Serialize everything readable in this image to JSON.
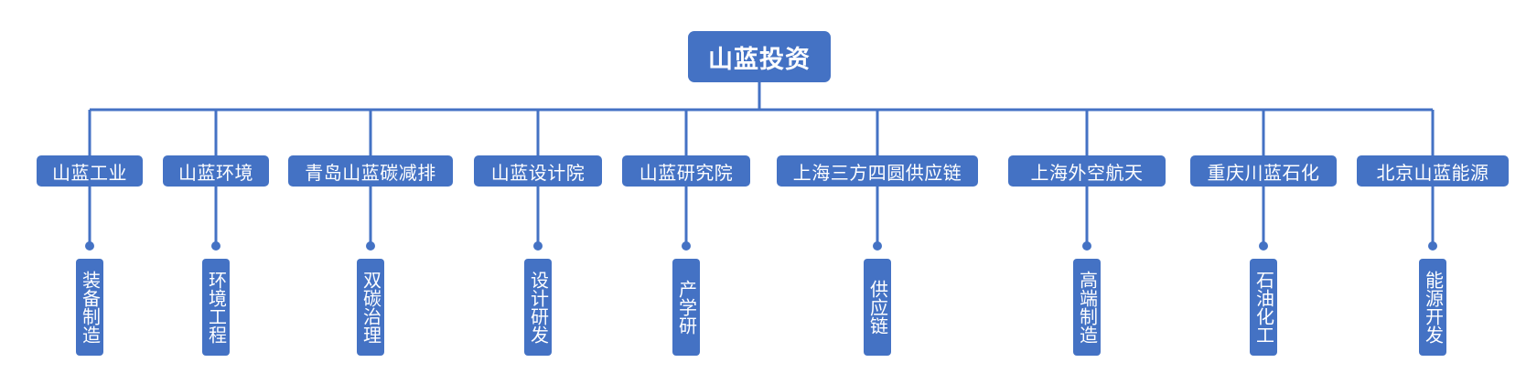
{
  "root": {
    "label": "山蓝投资"
  },
  "branches": [
    {
      "label": "山蓝工业",
      "leaf": "装备制造"
    },
    {
      "label": "山蓝环境",
      "leaf": "环境工程"
    },
    {
      "label": "青岛山蓝碳减排",
      "leaf": "双碳治理"
    },
    {
      "label": "山蓝设计院",
      "leaf": "设计研发"
    },
    {
      "label": "山蓝研究院",
      "leaf": "产学研"
    },
    {
      "label": "上海三方四圆供应链",
      "leaf": "供应链"
    },
    {
      "label": "上海外空航天",
      "leaf": "高端制造"
    },
    {
      "label": "重庆川蓝石化",
      "leaf": "石油化工"
    },
    {
      "label": "北京山蓝能源",
      "leaf": "能源开发"
    }
  ],
  "colors": {
    "node_fill": "#4472c4",
    "connector": "#4472c4",
    "text": "#ffffff"
  }
}
